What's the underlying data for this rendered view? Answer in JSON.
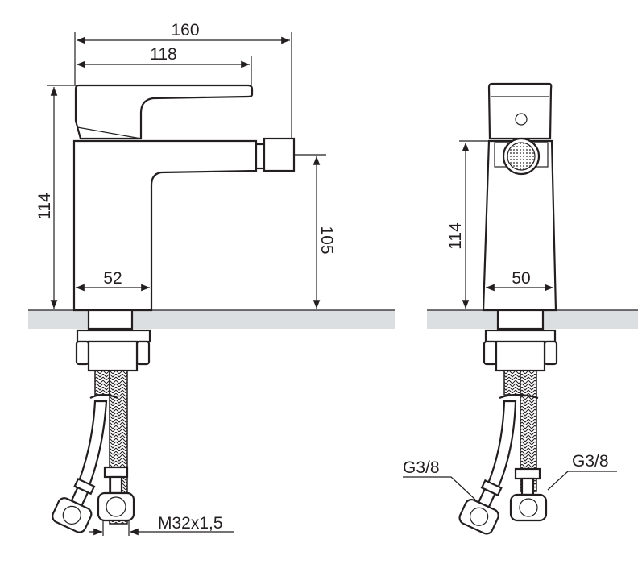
{
  "side_view": {
    "dimensions": {
      "overall_length": "160",
      "handle_length": "118",
      "height": "114",
      "spout_height": "105",
      "base_width": "52"
    },
    "thread_label": "M32x1,5"
  },
  "front_view": {
    "dimensions": {
      "height": "114",
      "base_width": "50"
    },
    "hose_label_left": "G3/8",
    "hose_label_right": "G3/8"
  },
  "colors": {
    "line": "#231f20",
    "counter": "#dcdfe2"
  }
}
